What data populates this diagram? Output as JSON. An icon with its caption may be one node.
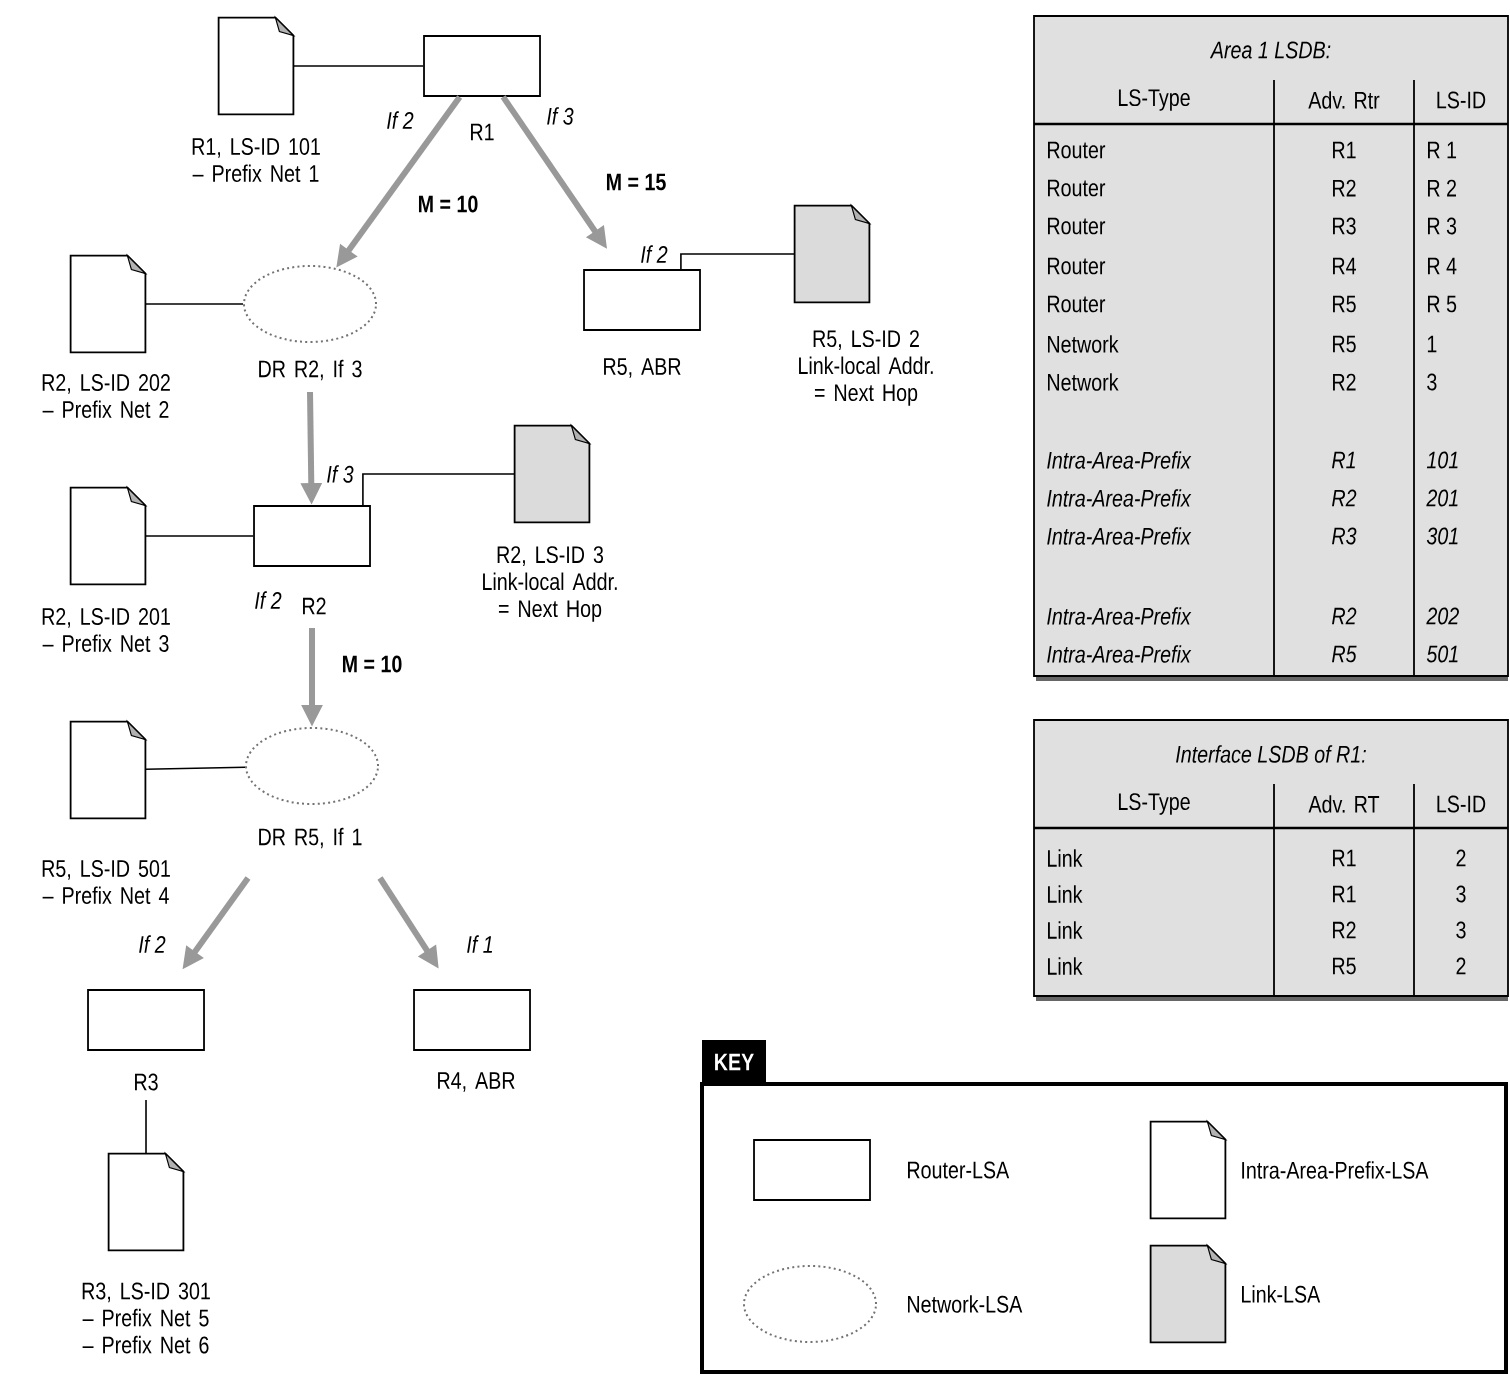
{
  "diagram": {
    "nodes": [
      {
        "text": [
          "R1"
        ],
        "beside": [
          "If 2",
          "If 3"
        ]
      },
      {
        "text": [
          "R1, LS-ID 101 – Prefix Net 1"
        ]
      },
      {
        "text": [
          "DR R2, If 3"
        ]
      },
      {
        "text": [
          "R5, ABR"
        ],
        "beside": [
          "If 2"
        ]
      },
      {
        "text": [
          "R5, LS-ID 2 Link-local Addr. = Next Hop"
        ]
      },
      {
        "text": [
          "R2, LS-ID 202 – Prefix Net 2"
        ]
      },
      {
        "text": [
          "R2"
        ],
        "beside": [
          "If 3",
          "If 2"
        ]
      },
      {
        "text": [
          "R2, LS-ID 3 Link-local Addr. = Next Hop"
        ]
      },
      {
        "text": [
          "R2, LS-ID 201 – Prefix Net 3"
        ]
      },
      {
        "text": [
          "DR R5, If 1"
        ]
      },
      {
        "text": [
          "R5, LS-ID 501 – Prefix Net 4"
        ]
      },
      {
        "text": [
          "R3"
        ],
        "beside": [
          "If 2"
        ]
      },
      {
        "text": [
          "R4, ABR"
        ],
        "beside": [
          "If 1"
        ]
      },
      {
        "text": [
          "R3, LS-ID 301 – Prefix Net 5 – Prefix Net 6"
        ]
      }
    ],
    "edges": [
      {
        "from": 0,
        "to": 2,
        "arrow": "to",
        "label": "M = 10",
        "style": "thick",
        "color": "#999999"
      },
      {
        "from": 0,
        "to": 3,
        "arrow": "to",
        "label": "M = 15",
        "style": "thick",
        "color": "#999999"
      },
      {
        "from": 1,
        "to": 0,
        "arrow": "none"
      },
      {
        "from": 4,
        "to": 3,
        "arrow": "none"
      },
      {
        "from": 5,
        "to": 2,
        "arrow": "none"
      },
      {
        "from": 2,
        "to": 6,
        "arrow": "to",
        "style": "thick",
        "color": "#999999"
      },
      {
        "from": 7,
        "to": 6,
        "arrow": "none"
      },
      {
        "from": 8,
        "to": 6,
        "arrow": "none"
      },
      {
        "from": 6,
        "to": 9,
        "arrow": "to",
        "label": "M = 10",
        "style": "thick",
        "color": "#999999"
      },
      {
        "from": 10,
        "to": 9,
        "arrow": "none"
      },
      {
        "from": 9,
        "to": 11,
        "arrow": "to",
        "style": "thick",
        "color": "#999999"
      },
      {
        "from": 9,
        "to": 12,
        "arrow": "to",
        "style": "thick",
        "color": "#999999"
      },
      {
        "from": 11,
        "to": 13,
        "arrow": "none"
      }
    ],
    "labels": [
      "Area 1 LSDB:",
      "LS-Type",
      "Adv. Rtr",
      "LS-ID",
      "Router",
      "R1",
      "R 1",
      "Router",
      "R2",
      "R 2",
      "Router",
      "R3",
      "R 3",
      "Router",
      "R4",
      "R 4",
      "Router",
      "R5",
      "R 5",
      "Network",
      "R5",
      "1",
      "Network",
      "R2",
      "3",
      "Intra-Area-Prefix",
      "R1",
      "101",
      "Intra-Area-Prefix",
      "R2",
      "201",
      "Intra-Area-Prefix",
      "R3",
      "301",
      "Intra-Area-Prefix",
      "R2",
      "202",
      "Intra-Area-Prefix",
      "R5",
      "501",
      "Interface LSDB of R1:",
      "LS-Type",
      "Adv. RT",
      "LS-ID",
      "Link",
      "R1",
      "2",
      "Link",
      "R1",
      "3",
      "Link",
      "R2",
      "3",
      "Link",
      "R5",
      "2",
      "KEY"
    ],
    "legend": [
      {
        "text": "Router-LSA"
      },
      {
        "text": "Network-LSA"
      },
      {
        "text": "Intra-Area-Prefix-LSA"
      },
      {
        "text": "Link-LSA"
      }
    ]
  }
}
